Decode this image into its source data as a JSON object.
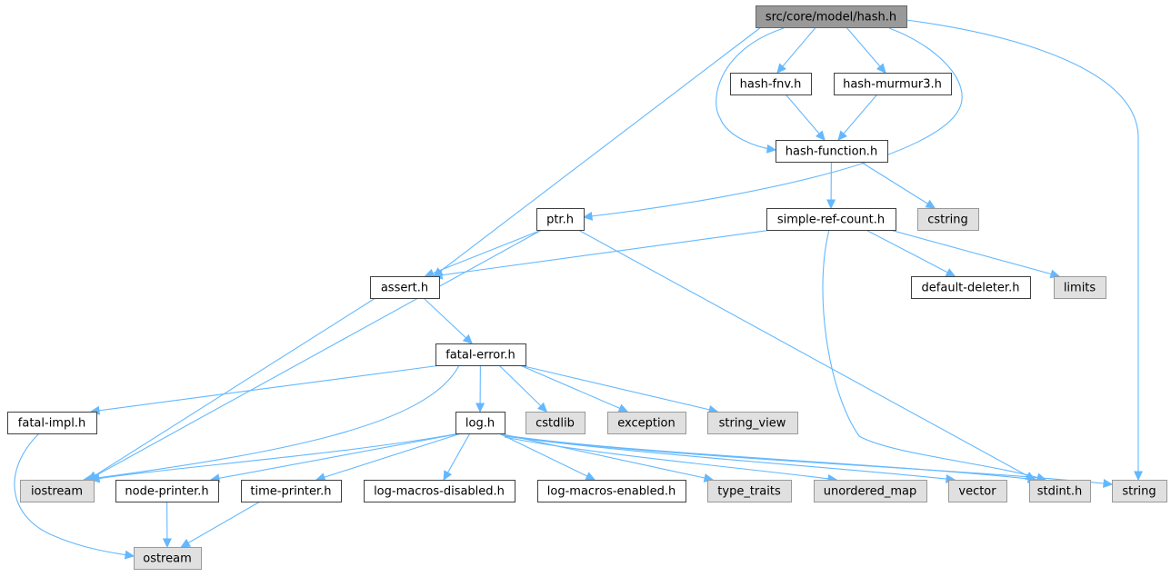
{
  "colors": {
    "edge": "#63b8ff",
    "local_fill": "#ffffff",
    "local_border": "#404040",
    "system_fill": "#e0e0e0",
    "system_border": "#999999",
    "root_fill": "#999999"
  },
  "nodes": {
    "hash_h": {
      "label": "src/core/model/hash.h",
      "kind": "root"
    },
    "hash_fnv": {
      "label": "hash-fnv.h",
      "kind": "local"
    },
    "hash_murmur3": {
      "label": "hash-murmur3.h",
      "kind": "local"
    },
    "hash_function": {
      "label": "hash-function.h",
      "kind": "local"
    },
    "cstring": {
      "label": "cstring",
      "kind": "system"
    },
    "ptr": {
      "label": "ptr.h",
      "kind": "local"
    },
    "simple_ref_count": {
      "label": "simple-ref-count.h",
      "kind": "local"
    },
    "assert": {
      "label": "assert.h",
      "kind": "local"
    },
    "default_deleter": {
      "label": "default-deleter.h",
      "kind": "local"
    },
    "limits": {
      "label": "limits",
      "kind": "system"
    },
    "fatal_error": {
      "label": "fatal-error.h",
      "kind": "local"
    },
    "fatal_impl": {
      "label": "fatal-impl.h",
      "kind": "local"
    },
    "log": {
      "label": "log.h",
      "kind": "local"
    },
    "cstdlib": {
      "label": "cstdlib",
      "kind": "system"
    },
    "exception": {
      "label": "exception",
      "kind": "system"
    },
    "string_view": {
      "label": "string_view",
      "kind": "system"
    },
    "iostream": {
      "label": "iostream",
      "kind": "system"
    },
    "node_printer": {
      "label": "node-printer.h",
      "kind": "local"
    },
    "time_printer": {
      "label": "time-printer.h",
      "kind": "local"
    },
    "log_macros_disabled": {
      "label": "log-macros-disabled.h",
      "kind": "local"
    },
    "log_macros_enabled": {
      "label": "log-macros-enabled.h",
      "kind": "local"
    },
    "type_traits": {
      "label": "type_traits",
      "kind": "system"
    },
    "unordered_map": {
      "label": "unordered_map",
      "kind": "system"
    },
    "vector": {
      "label": "vector",
      "kind": "system"
    },
    "stdint": {
      "label": "stdint.h",
      "kind": "system"
    },
    "string": {
      "label": "string",
      "kind": "system"
    },
    "ostream": {
      "label": "ostream",
      "kind": "system"
    }
  },
  "edges": [
    [
      "hash_h",
      "hash_fnv"
    ],
    [
      "hash_h",
      "hash_murmur3"
    ],
    [
      "hash_h",
      "hash_function"
    ],
    [
      "hash_h",
      "ptr"
    ],
    [
      "hash_h",
      "assert"
    ],
    [
      "hash_h",
      "string"
    ],
    [
      "hash_fnv",
      "hash_function"
    ],
    [
      "hash_murmur3",
      "hash_function"
    ],
    [
      "hash_function",
      "simple_ref_count"
    ],
    [
      "hash_function",
      "cstring"
    ],
    [
      "ptr",
      "assert"
    ],
    [
      "ptr",
      "iostream"
    ],
    [
      "ptr",
      "stdint"
    ],
    [
      "simple_ref_count",
      "assert"
    ],
    [
      "simple_ref_count",
      "default_deleter"
    ],
    [
      "simple_ref_count",
      "limits"
    ],
    [
      "simple_ref_count",
      "stdint"
    ],
    [
      "assert",
      "fatal_error"
    ],
    [
      "assert",
      "iostream"
    ],
    [
      "fatal_error",
      "fatal_impl"
    ],
    [
      "fatal_error",
      "log"
    ],
    [
      "fatal_error",
      "cstdlib"
    ],
    [
      "fatal_error",
      "exception"
    ],
    [
      "fatal_error",
      "string_view"
    ],
    [
      "fatal_error",
      "iostream"
    ],
    [
      "fatal_impl",
      "ostream"
    ],
    [
      "log",
      "iostream"
    ],
    [
      "log",
      "node_printer"
    ],
    [
      "log",
      "time_printer"
    ],
    [
      "log",
      "log_macros_disabled"
    ],
    [
      "log",
      "log_macros_enabled"
    ],
    [
      "log",
      "type_traits"
    ],
    [
      "log",
      "unordered_map"
    ],
    [
      "log",
      "vector"
    ],
    [
      "log",
      "stdint"
    ],
    [
      "log",
      "string"
    ],
    [
      "node_printer",
      "ostream"
    ],
    [
      "time_printer",
      "ostream"
    ]
  ]
}
